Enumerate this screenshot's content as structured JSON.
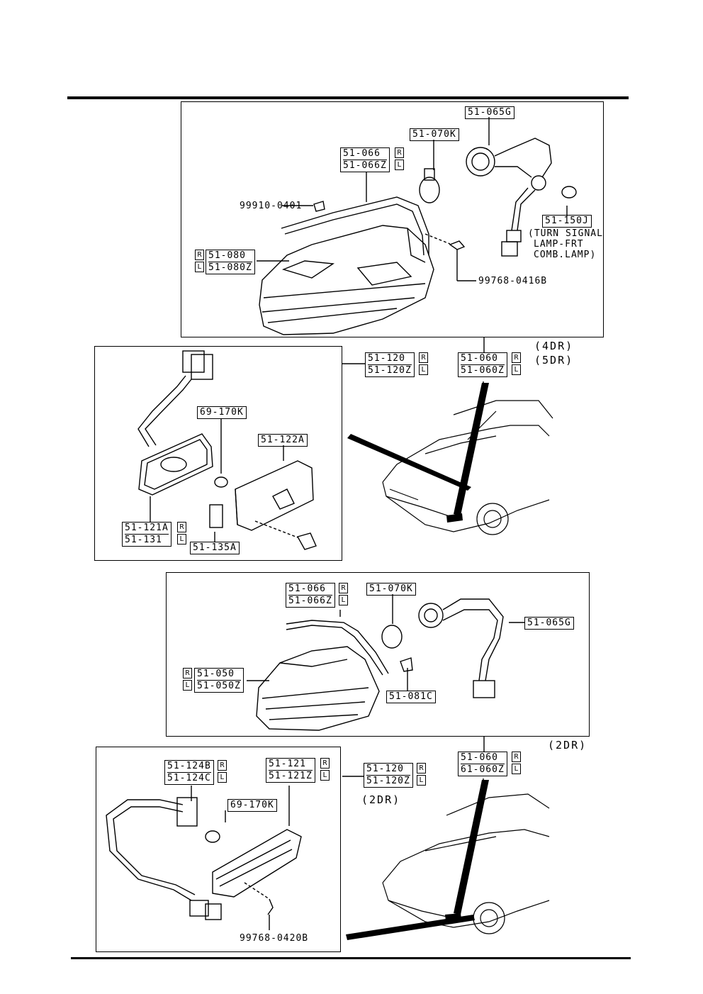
{
  "panel1": {
    "p1": "51-065G",
    "p2": "51-070K",
    "p3a": "51-066",
    "p3b": "51-066Z",
    "p4": "99910-0401",
    "p5a": "51-080",
    "p5b": "51-080Z",
    "p6": "51-150J",
    "note1": "(TURN SIGNAL",
    "note2": "LAMP-FRT",
    "note3": "COMB.LAMP)",
    "p7": "99768-0416B",
    "body1": "(4DR)",
    "body2": "(5DR)"
  },
  "panel2": {
    "p1": "69-170K",
    "p2": "51-122A",
    "p3a": "51-121A",
    "p3b": "51-131",
    "p4": "51-135A",
    "ref_a": "51-120",
    "ref_b": "51-120Z",
    "ref2_a": "51-060",
    "ref2_b": "51-060Z"
  },
  "panel3": {
    "p1a": "51-066",
    "p1b": "51-066Z",
    "p2": "51-070K",
    "p3": "51-065G",
    "p4a": "51-050",
    "p4b": "51-050Z",
    "p5": "51-081C",
    "body": "(2DR)"
  },
  "panel4": {
    "p1a": "51-124B",
    "p1b": "51-124C",
    "p2a": "51-121",
    "p2b": "51-121Z",
    "p3": "69-170K",
    "p4": "99768-0420B",
    "ref_a": "51-120",
    "ref_b": "51-120Z",
    "ref_body": "(2DR)",
    "ref2_a": "51-060",
    "ref2_b": "61-060Z"
  },
  "sides": {
    "r": "R",
    "l": "L"
  }
}
